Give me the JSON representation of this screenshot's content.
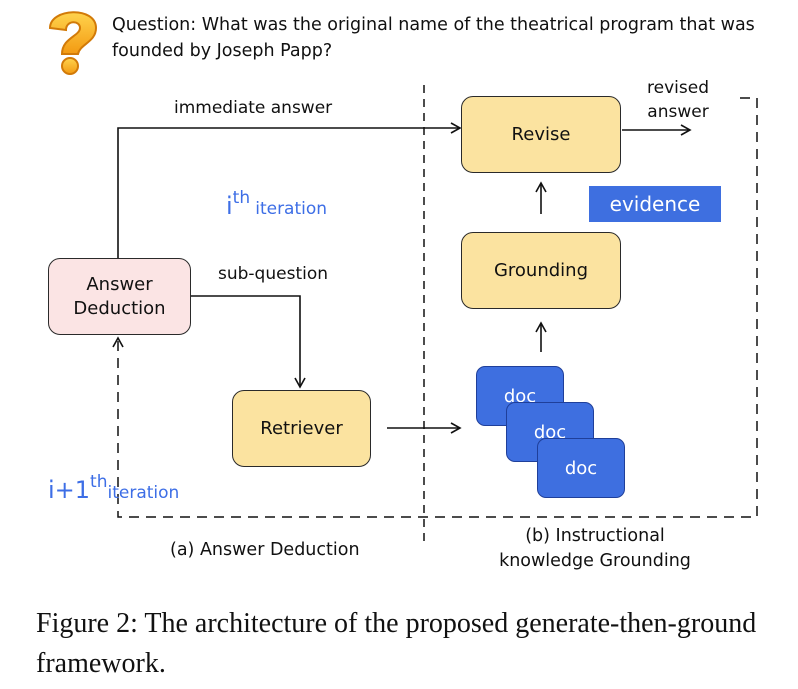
{
  "question": "Question: What was the original name of the theatrical program that was founded by Joseph Papp?",
  "nodes": {
    "answer_deduction": "Answer Deduction",
    "retriever": "Retriever",
    "revise": "Revise",
    "grounding": "Grounding",
    "docs": [
      "doc",
      "doc",
      "doc"
    ]
  },
  "edge_labels": {
    "immediate_answer": "immediate answer",
    "sub_question": "sub-question",
    "revised_answer": "revised answer"
  },
  "evidence": "evidence",
  "iterations": {
    "ith_prefix": "i",
    "ith_sup": "th",
    "ith_word": "iteration",
    "next_prefix": "i+1",
    "next_sup": "th",
    "next_word": "iteration"
  },
  "section_captions": {
    "a": "(a) Answer Deduction",
    "b": "(b) Instructional knowledge Grounding"
  },
  "figure_caption": "Figure 2: The architecture of the proposed generate-then-ground framework.",
  "colors": {
    "box_yellow": "#fbe3a0",
    "box_pink": "#fbe4e4",
    "doc_blue": "#3e6fe0",
    "iteration_text": "#3d6ee6",
    "question_icon": "#f5a21b"
  },
  "icons": [
    "question-mark-icon"
  ]
}
